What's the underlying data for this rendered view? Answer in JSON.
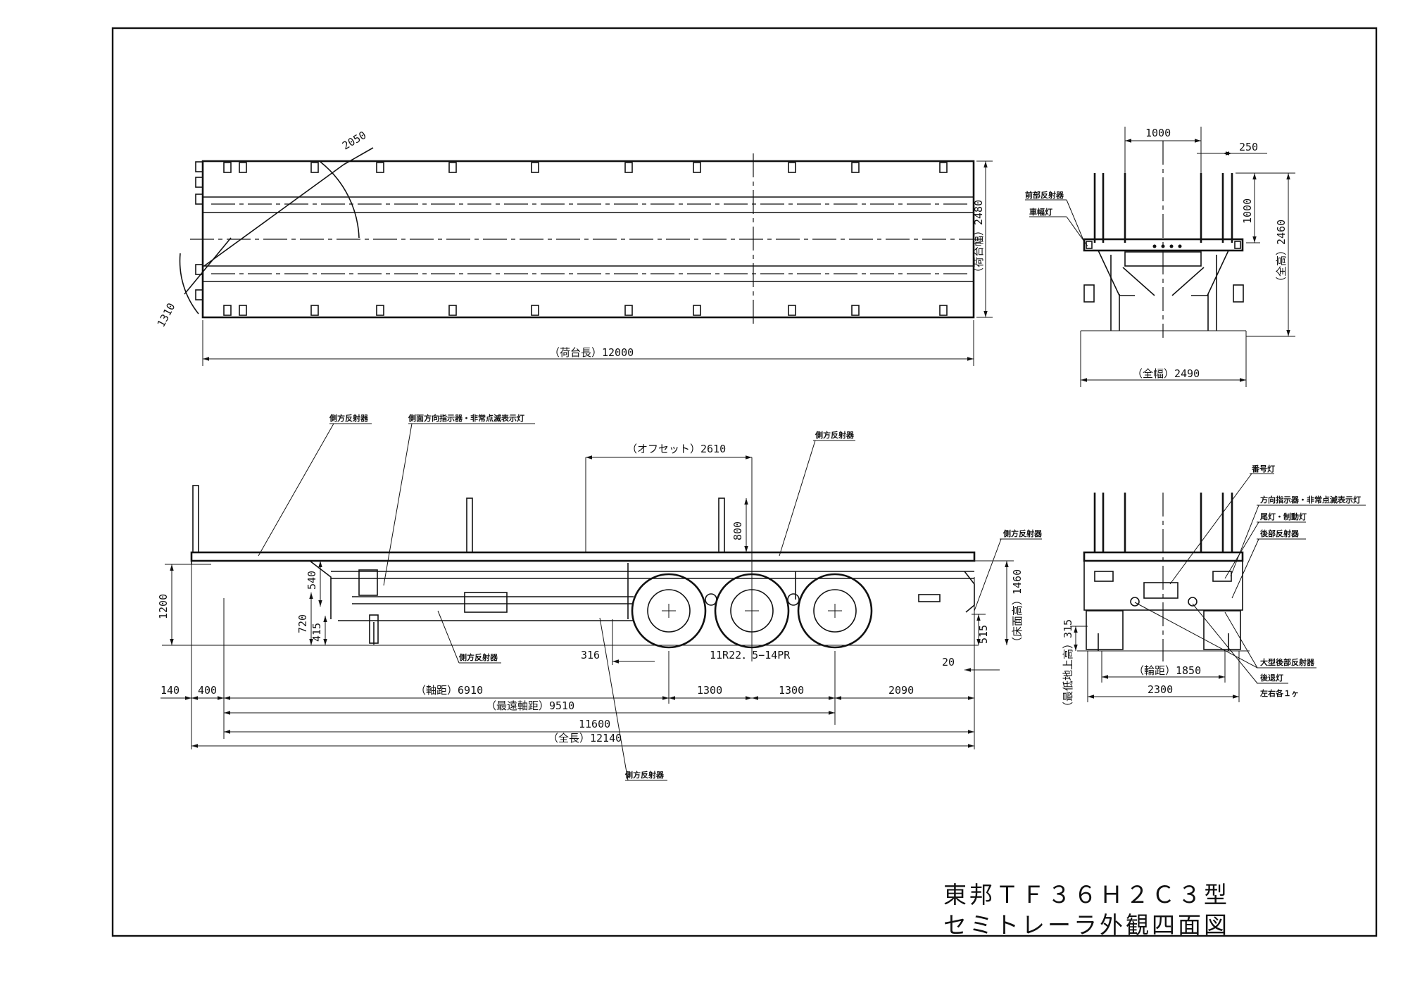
{
  "title": {
    "line1": "東邦ＴＦ３６Ｈ２Ｃ３型",
    "line2": "セミトレーラ外観四面図"
  },
  "top_view": {
    "dims": {
      "deck_length": "（荷台長）12000",
      "deck_width": "（荷台幅）2480",
      "swing_radius": "2050",
      "kingpin_radius": "1310"
    }
  },
  "front_view": {
    "dims": {
      "stake_spacing": "1000",
      "stake_offset": "250",
      "stake_height": "1000",
      "overall_height": "（全高）2460",
      "overall_width": "（全幅）2490"
    },
    "labels": {
      "front_reflector": "前部反射器",
      "width_lamp": "車幅灯"
    }
  },
  "side_view": {
    "dims": {
      "offset": "（オフセット）2610",
      "stake": "800",
      "deck_height": "1200",
      "d540": "540",
      "d720": "720",
      "d415": "415",
      "d316": "316",
      "tire": "11R22．5−14PR",
      "rear_deck_height": "（床面高）1460",
      "d515": "515",
      "d20": "20",
      "d140": "140",
      "d400": "400",
      "wheelbase": "（軸距）6910",
      "a1300a": "1300",
      "a1300b": "1300",
      "d2090": "2090",
      "max_wheelbase": "（最遠軸距）9510",
      "d11600": "11600",
      "overall_length": "（全長）12140"
    },
    "labels": {
      "side_reflector_1": "側方反射器",
      "side_turn_signal": "側面方向指示器・非常点滅表示灯",
      "side_reflector_2": "側方反射器",
      "side_reflector_3": "側方反射器",
      "side_reflector_4": "側方反射器",
      "side_reflector_5": "側方反射器"
    }
  },
  "rear_view": {
    "dims": {
      "ground_clearance": "（最低地上高）315",
      "track": "（輪距）1850",
      "width": "2300"
    },
    "labels": {
      "plate_lamp": "番号灯",
      "turn_hazard": "方向指示器・非常点滅表示灯",
      "tail_stop": "尾灯・制動灯",
      "rear_reflector": "後部反射器",
      "large_rear_reflector": "大型後部反射器",
      "backup_lamp": "後退灯",
      "each_side": "左右各１ヶ"
    }
  }
}
